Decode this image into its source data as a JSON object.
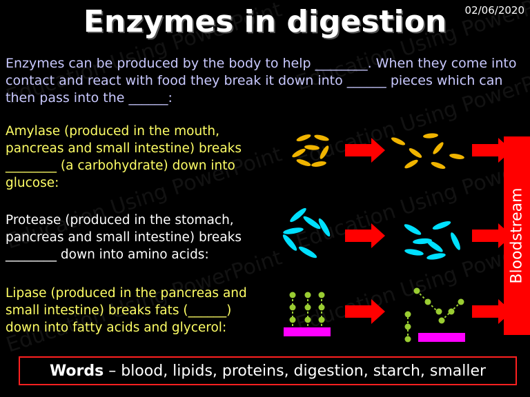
{
  "date": "02/06/2020",
  "title": "Enzymes in digestion",
  "watermark": "Education Using PowerPoint",
  "intro": "Enzymes can be produced by the body to help ________.  When they come into contact and react with food they break it down into ______ pieces which can then pass into the ______:",
  "paragraphs": {
    "amylase": "Amylase (produced in the mouth, pancreas and small intestine) breaks ________ (a carbohydrate) down into glucose:",
    "protease": "Protease (produced in the stomach, pancreas and small intestine) breaks ________ down into amino acids:",
    "lipase": "Lipase (produced in the pancreas and small intestine) breaks fats (______) down into fatty acids and glycerol:"
  },
  "bloodstream": "Bloodstream",
  "words": {
    "label": "Words",
    "separator": " – ",
    "list": "blood, lipids, proteins, digestion, starch, smaller"
  },
  "colors": {
    "starch": "#f0b400",
    "protein": "#00e0ff",
    "fat_chain": "#9acd32",
    "glycerol": "#ff00ff",
    "arrow": "#ff0000",
    "intro_text": "#c9c9ff",
    "yellow_text": "#ffff66"
  }
}
